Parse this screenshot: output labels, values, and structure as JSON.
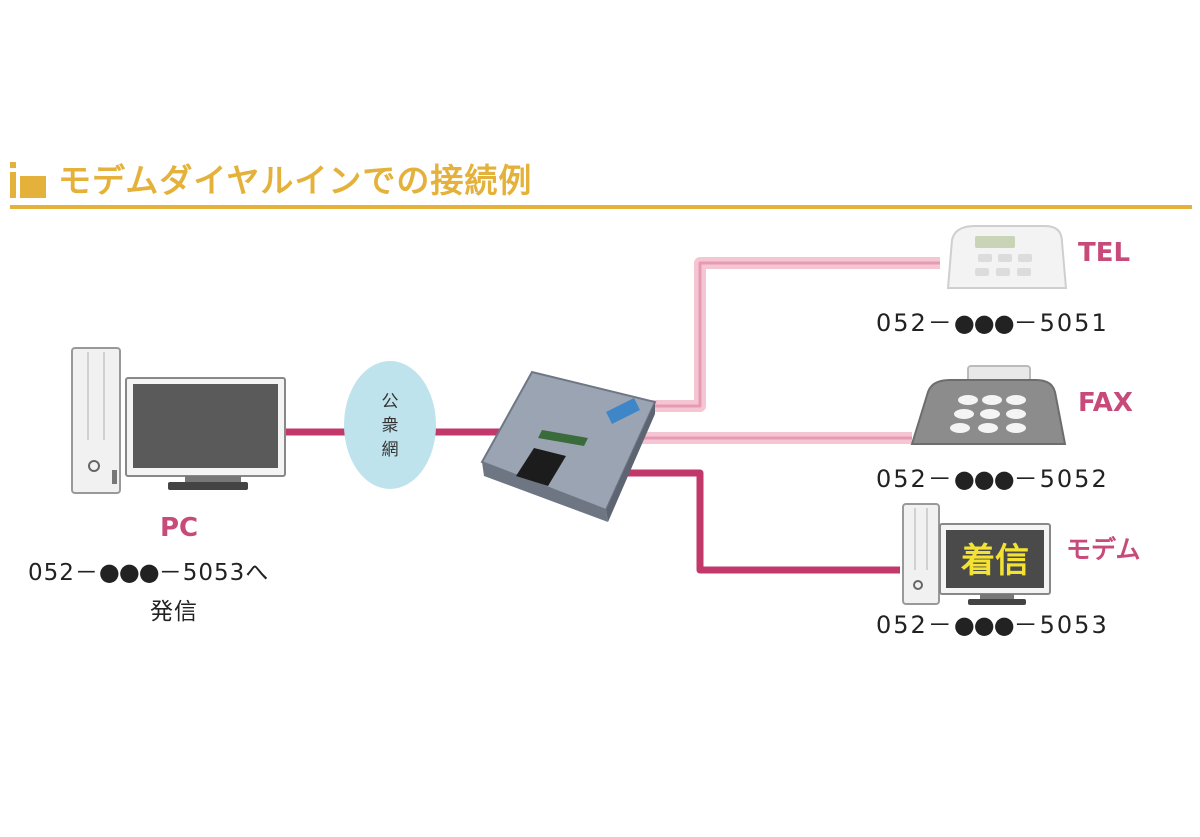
{
  "title": "モデムダイヤルインでの接続例",
  "pc": {
    "label": "PC",
    "number_prefix": "052－",
    "number_dots": "●●●",
    "number_suffix": "－5053へ",
    "action": "発信"
  },
  "network": {
    "label": "公衆網"
  },
  "devices": [
    {
      "label": "TEL",
      "number_prefix": "052－",
      "number_dots": "●●●",
      "number_suffix": "－5051"
    },
    {
      "label": "FAX",
      "number_prefix": "052－",
      "number_dots": "●●●",
      "number_suffix": "－5052"
    },
    {
      "label": "モデム",
      "screen_text": "着信",
      "number_prefix": "052－",
      "number_dots": "●●●",
      "number_suffix": "－5053"
    }
  ],
  "colors": {
    "accent": "#e4b23a",
    "line_dark": "#c2386a",
    "line_light": "#f0b5c8",
    "label": "#c74a7a",
    "cloud": "#bfe3ec",
    "screen_text": "#f4e232"
  }
}
